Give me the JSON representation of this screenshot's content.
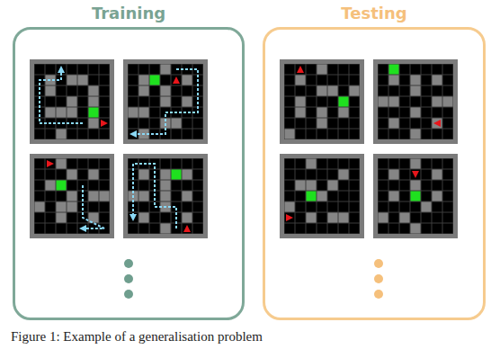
{
  "diagram": {
    "caption": "Figure 1: Example of a generalisation problem",
    "nodes": [
      {
        "text": [
          "Training"
        ]
      },
      {
        "text": [
          "Testing"
        ]
      }
    ]
  }
}
